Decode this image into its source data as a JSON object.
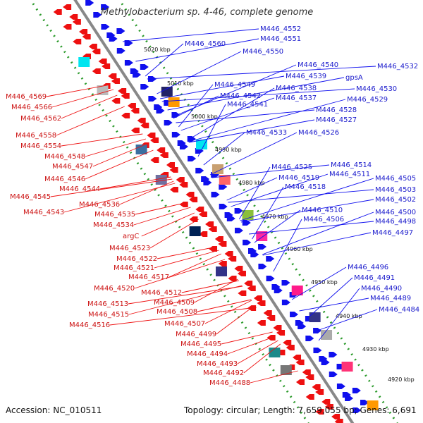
{
  "title": "Methylobacterium sp. 4-46, complete genome",
  "accession": "Accession: NC_010511",
  "topology": "Topology: circular; Length: 7,659,055 bp; Genes: 6,691",
  "colors": {
    "forward_gene": "#1010ee",
    "reverse_gene": "#ee1010",
    "forward_label": "#1a1acc",
    "reverse_label": "#cc1111",
    "backbone": "#888888",
    "tick_dots": "#2a9a2a"
  },
  "scale_ticks": [
    "5020 kbp",
    "5010 kbp",
    "5000 kbp",
    "4990 kbp",
    "4980 kbp",
    "4970 kbp",
    "4960 kbp",
    "4950 kbp",
    "4940 kbp",
    "4930 kbp",
    "4920 kbp"
  ],
  "forward_labels": [
    "M446_4552",
    "M446_4551",
    "M446_4560",
    "M446_4550",
    "M446_4540",
    "M446_4532",
    "M446_4539",
    "gpsA",
    "M446_4549",
    "M446_4538",
    "M446_4530",
    "M446_4542",
    "M446_4537",
    "M446_4529",
    "M446_4541",
    "M446_4528",
    "M446_4527",
    "M446_4533",
    "M446_4526",
    "M446_4525",
    "M446_4514",
    "M446_4519",
    "M446_4511",
    "M446_4505",
    "M446_4518",
    "M446_4503",
    "M446_4502",
    "M446_4510",
    "M446_4500",
    "M446_4506",
    "M446_4498",
    "M446_4497",
    "M446_4496",
    "M446_4491",
    "M446_4490",
    "M446_4489",
    "M446_4484"
  ],
  "reverse_labels": [
    "M446_4569",
    "M446_4566",
    "M446_4562",
    "M446_4558",
    "M446_4554",
    "M446_4548",
    "M446_4547",
    "M446_4546",
    "M446_4544",
    "M446_4545",
    "M446_4536",
    "M446_4543",
    "M446_4535",
    "M446_4534",
    "argC",
    "M446_4523",
    "M446_4522",
    "M446_4521",
    "M446_4517",
    "M446_4520",
    "M446_4512",
    "M446_4513",
    "M446_4509",
    "M446_4515",
    "M446_4508",
    "M446_4516",
    "M446_4507",
    "M446_4499",
    "M446_4495",
    "M446_4494",
    "M446_4493",
    "M446_4492",
    "M446_4488"
  ]
}
